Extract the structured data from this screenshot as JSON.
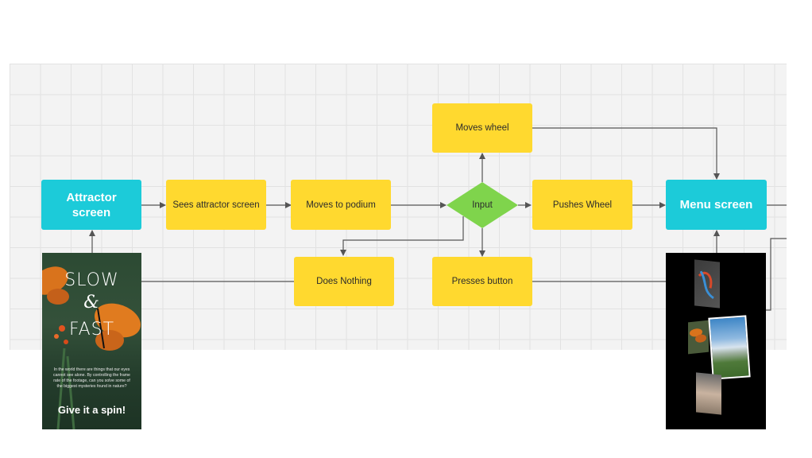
{
  "nodes": {
    "attractor_screen": "Attractor screen",
    "sees_attractor_screen": "Sees attractor screen",
    "moves_to_podium": "Moves to podium",
    "input": "Input",
    "moves_wheel": "Moves wheel",
    "pushes_wheel": "Pushes Wheel",
    "menu_screen": "Menu screen",
    "does_nothing": "Does Nothing",
    "presses_button": "Presses button"
  },
  "attractor_poster": {
    "title_line1": "SLOW",
    "title_line2": "&",
    "title_line3": "FAST",
    "body_text": "In the world there are things that our eyes cannot see alone. By controlling the frame rate of the footage, can you solve some of the biggest mysteries found in nature?",
    "cta": "Give it a spin!"
  },
  "colors": {
    "process_node": "#ffd92f",
    "screen_node": "#1ccbd9",
    "decision_node": "#7fd44c",
    "connector": "#555555",
    "board_background": "#f3f3f3"
  }
}
